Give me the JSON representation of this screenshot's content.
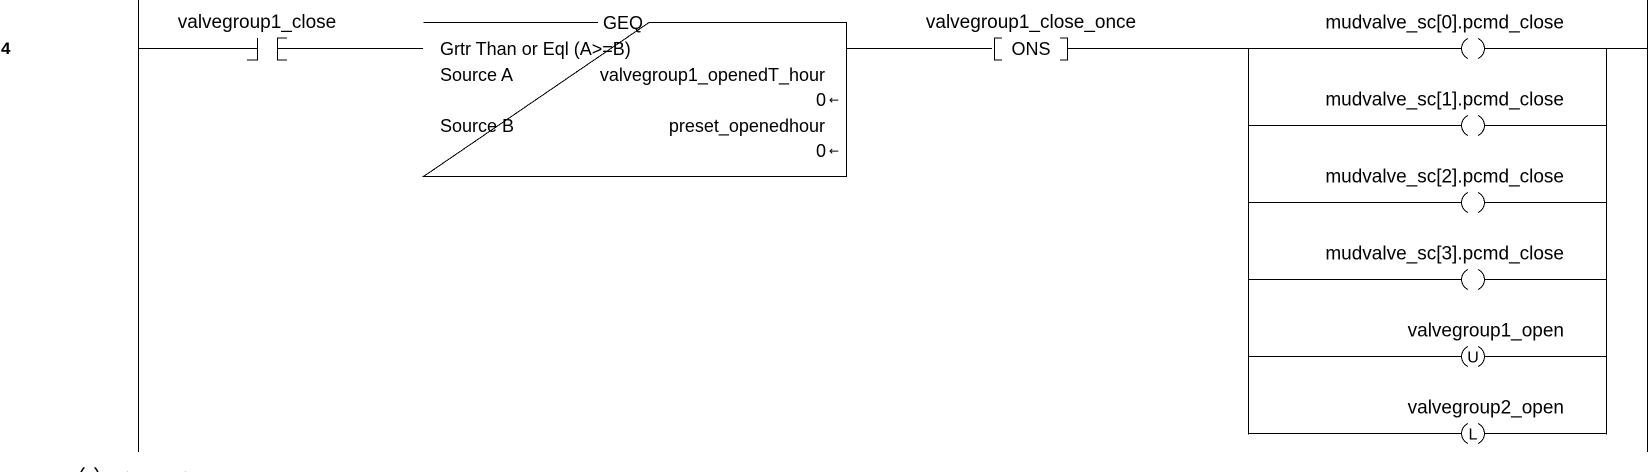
{
  "rung": {
    "number": "4"
  },
  "contact": {
    "tag": "valvegroup1_close"
  },
  "geq_block": {
    "title": "GEQ",
    "description": "Grtr Than or Eql (A>=B)",
    "source_a_label": "Source A",
    "source_a_tag": "valvegroup1_openedT_hour",
    "source_a_value": "0",
    "source_b_label": "Source B",
    "source_b_tag": "preset_openedhour",
    "source_b_value": "0",
    "value_arrow": "←"
  },
  "ons": {
    "tag": "valvegroup1_close_once",
    "label": "ONS"
  },
  "coils": [
    {
      "tag": "mudvalve_sc[0].pcmd_close",
      "letter": ""
    },
    {
      "tag": "mudvalve_sc[1].pcmd_close",
      "letter": ""
    },
    {
      "tag": "mudvalve_sc[2].pcmd_close",
      "letter": ""
    },
    {
      "tag": "mudvalve_sc[3].pcmd_close",
      "letter": ""
    },
    {
      "tag": "valvegroup1_open",
      "letter": "U"
    },
    {
      "tag": "valvegroup2_open",
      "letter": "L"
    }
  ],
  "footer_fragment": "（ ）   ：  ．  ："
}
